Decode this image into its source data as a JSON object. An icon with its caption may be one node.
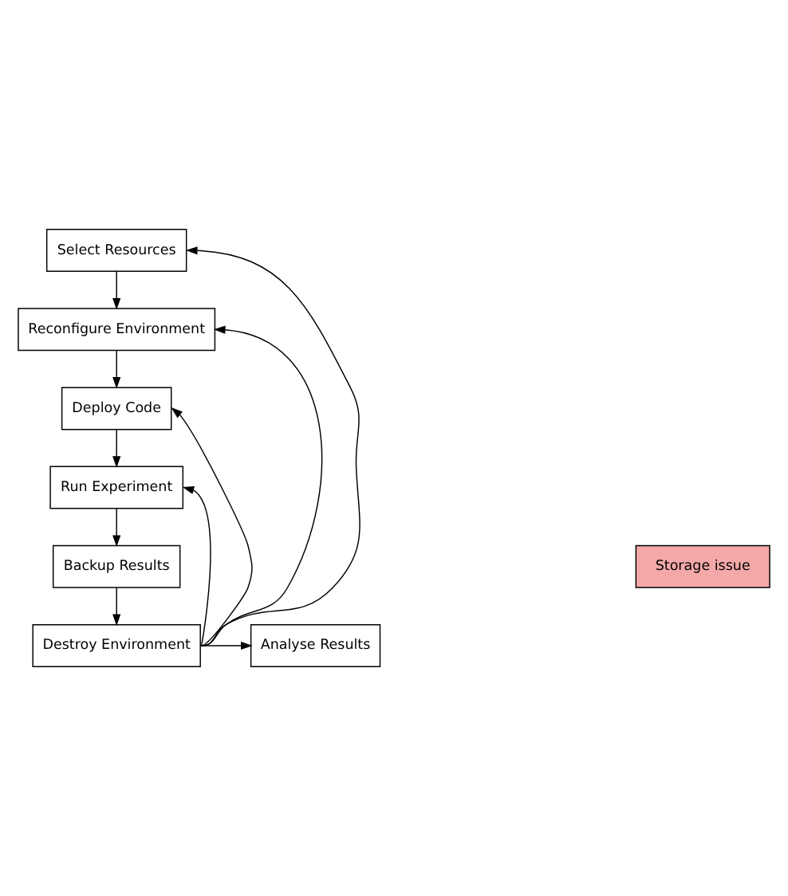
{
  "diagram": {
    "nodes": [
      {
        "text": [
          "Select Resources"
        ]
      },
      {
        "text": [
          "Reconfigure Environment"
        ]
      },
      {
        "text": [
          "Deploy Code"
        ]
      },
      {
        "text": [
          "Run Experiment"
        ]
      },
      {
        "text": [
          "Backup Results"
        ]
      },
      {
        "text": [
          "Destroy Environment"
        ]
      },
      {
        "text": [
          "Analyse Results"
        ]
      },
      {
        "text": [
          "Storage issue"
        ]
      }
    ],
    "edges": [
      {
        "from": 0,
        "to": 1,
        "arrow": "to"
      },
      {
        "from": 1,
        "to": 2,
        "arrow": "to"
      },
      {
        "from": 2,
        "to": 3,
        "arrow": "to"
      },
      {
        "from": 3,
        "to": 4,
        "arrow": "to"
      },
      {
        "from": 4,
        "to": 5,
        "arrow": "to"
      },
      {
        "from": 5,
        "to": 6,
        "arrow": "to"
      },
      {
        "from": 5,
        "to": 0,
        "arrow": "to"
      },
      {
        "from": 5,
        "to": 1,
        "arrow": "to"
      },
      {
        "from": 5,
        "to": 2,
        "arrow": "to"
      },
      {
        "from": 5,
        "to": 3,
        "arrow": "to"
      }
    ]
  }
}
